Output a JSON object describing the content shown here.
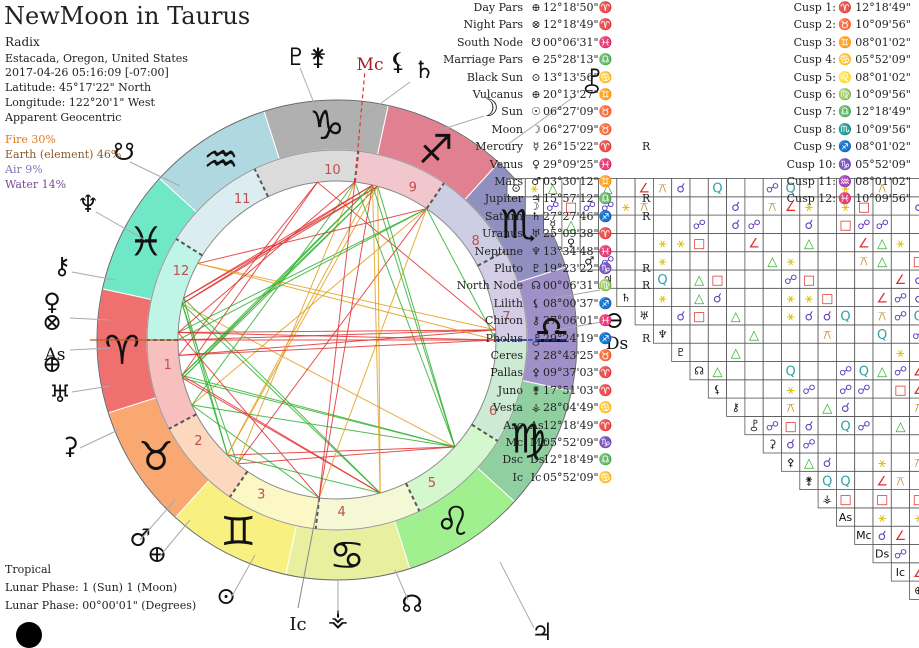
{
  "header": {
    "title": "NewMoon in Taurus",
    "chart_type": "Radix",
    "location": "Estacada, Oregon, United States",
    "datetime": "2017-04-26 05:16:09 [-07:00]",
    "latitude": "Latitude: 45°17'22\" North",
    "longitude": "Longitude: 122°20'1\" West",
    "geocentric": "Apparent Geocentric"
  },
  "elements": [
    {
      "label": "Fire 30%",
      "color": "#e07a20"
    },
    {
      "label": "Earth (element) 46%",
      "color": "#8a5a2a"
    },
    {
      "label": "Air 9%",
      "color": "#7a7ab8"
    },
    {
      "label": "Water 14%",
      "color": "#7a4a9a"
    }
  ],
  "footer": {
    "zodiac": "Tropical",
    "phase1": "Lunar Phase: 1 (Sun) 1 (Moon)",
    "phase2": "Lunar Phase: 00°00'01\" (Degrees)"
  },
  "planets": [
    {
      "name": "Day Pars",
      "sym": "⊕",
      "val": "12°18'50\"♈",
      "r": ""
    },
    {
      "name": "Night Pars",
      "sym": "⊗",
      "val": "12°18'49\"♈",
      "r": ""
    },
    {
      "name": "South Node",
      "sym": "☋",
      "val": "00°06'31\"♓",
      "r": ""
    },
    {
      "name": "Marriage Pars",
      "sym": "⊖",
      "val": "25°28'13\"♎",
      "r": ""
    },
    {
      "name": "Black Sun",
      "sym": "⊙",
      "val": "13°13'56\"♋",
      "r": ""
    },
    {
      "name": "Vulcanus",
      "sym": "⊕",
      "val": "20°13'27\"♊",
      "r": ""
    },
    {
      "name": "Sun",
      "sym": "☉",
      "val": "06°27'09\"♉",
      "r": ""
    },
    {
      "name": "Moon",
      "sym": "☽",
      "val": "06°27'09\"♉",
      "r": ""
    },
    {
      "name": "Mercury",
      "sym": "☿",
      "val": "26°15'22\"♈",
      "r": "R"
    },
    {
      "name": "Venus",
      "sym": "♀",
      "val": "29°09'25\"♓",
      "r": ""
    },
    {
      "name": "Mars",
      "sym": "♂",
      "val": "03°30'12\"♊",
      "r": ""
    },
    {
      "name": "Jupiter",
      "sym": "♃",
      "val": "15°57'12\"♎",
      "r": "R"
    },
    {
      "name": "Saturn",
      "sym": "♄",
      "val": "27°27'46\"♐",
      "r": "R"
    },
    {
      "name": "Uranus",
      "sym": "♅",
      "val": "25°09'38\"♈",
      "r": ""
    },
    {
      "name": "Neptune",
      "sym": "♆",
      "val": "13°34'48\"♓",
      "r": ""
    },
    {
      "name": "Pluto",
      "sym": "♇",
      "val": "19°23'22\"♑",
      "r": "R"
    },
    {
      "name": "North Node",
      "sym": "☊",
      "val": "00°06'31\"♍",
      "r": "R"
    },
    {
      "name": "Lilith",
      "sym": "⚸",
      "val": "08°00'37\"♐",
      "r": ""
    },
    {
      "name": "Chiron",
      "sym": "⚷",
      "val": "27°06'01\"♓",
      "r": ""
    },
    {
      "name": "Pholus",
      "sym": "⯛",
      "val": "29°24'19\"♐",
      "r": "R"
    },
    {
      "name": "Ceres",
      "sym": "⚳",
      "val": "28°43'25\"♉",
      "r": ""
    },
    {
      "name": "Pallas",
      "sym": "⚴",
      "val": "09°37'03\"♈",
      "r": ""
    },
    {
      "name": "Juno",
      "sym": "⚵",
      "val": "17°51'03\"♈",
      "r": ""
    },
    {
      "name": "Vesta",
      "sym": "⚶",
      "val": "28°04'49\"♋",
      "r": ""
    },
    {
      "name": "Asc",
      "sym": "As",
      "val": "12°18'49\"♈",
      "r": ""
    },
    {
      "name": "Mc",
      "sym": "Mc",
      "val": "05°52'09\"♑",
      "r": ""
    },
    {
      "name": "Dsc",
      "sym": "Ds",
      "val": "12°18'49\"♎",
      "r": ""
    },
    {
      "name": "Ic",
      "sym": "Ic",
      "val": "05°52'09\"♋",
      "r": ""
    }
  ],
  "cusps": [
    {
      "name": "Cusp 1:",
      "val": "♈ 12°18'49\""
    },
    {
      "name": "Cusp 2:",
      "val": "♉ 10°09'56\""
    },
    {
      "name": "Cusp 3:",
      "val": "♊ 08°01'02\""
    },
    {
      "name": "Cusp 4:",
      "val": "♋ 05°52'09\""
    },
    {
      "name": "Cusp 5:",
      "val": "♌ 08°01'02\""
    },
    {
      "name": "Cusp 6:",
      "val": "♍ 10°09'56\""
    },
    {
      "name": "Cusp 7:",
      "val": "♎ 12°18'49\""
    },
    {
      "name": "Cusp 8:",
      "val": "♏ 10°09'56\""
    },
    {
      "name": "Cusp 9:",
      "val": "♐ 08°01'02\""
    },
    {
      "name": "Cusp 10:",
      "val": "♑ 05°52'09\""
    },
    {
      "name": "Cusp 11:",
      "val": "♒ 08°01'02\""
    },
    {
      "name": "Cusp 12:",
      "val": "♓ 10°09'56\""
    }
  ],
  "wheel": {
    "signs": [
      "♈",
      "♉",
      "♊",
      "♋",
      "♌",
      "♍",
      "♎",
      "♏",
      "♐",
      "♑",
      "♒",
      "♓"
    ],
    "sign_colors": [
      "#f07070",
      "#f8a870",
      "#f8f080",
      "#e8f0a0",
      "#a0f090",
      "#90d0a0",
      "#a090c8",
      "#9090c0",
      "#e08090",
      "#b0b0b0",
      "#b0d8e0",
      "#70e8c8"
    ],
    "house_numbers": [
      "1",
      "2",
      "3",
      "4",
      "5",
      "6",
      "7",
      "8",
      "9",
      "10",
      "11",
      "12"
    ],
    "outer_labels": [
      "Mc",
      "As",
      "Ic",
      "Ds"
    ],
    "outer_symbols": [
      {
        "name": "pluto",
        "s": "♇"
      },
      {
        "name": "juno",
        "s": "⚵"
      },
      {
        "name": "lilith",
        "s": "⚸"
      },
      {
        "name": "saturn",
        "s": "♄"
      },
      {
        "name": "moon",
        "s": "☽"
      },
      {
        "name": "vesta-right",
        "s": "⚶"
      },
      {
        "name": "south-node",
        "s": "☋"
      },
      {
        "name": "neptune",
        "s": "♆"
      },
      {
        "name": "chiron",
        "s": "⚷"
      },
      {
        "name": "venus",
        "s": "♀"
      },
      {
        "name": "night-pars",
        "s": "⊗"
      },
      {
        "name": "day-pars",
        "s": "⊕"
      },
      {
        "name": "uranus",
        "s": "♅"
      },
      {
        "name": "ceres",
        "s": "⚳"
      },
      {
        "name": "mars",
        "s": "♂"
      },
      {
        "name": "vulcanus",
        "s": "⊕"
      },
      {
        "name": "black-sun",
        "s": "⊙"
      },
      {
        "name": "vesta",
        "s": "⚶"
      },
      {
        "name": "north-node",
        "s": "☊"
      },
      {
        "name": "jupiter",
        "s": "♃"
      },
      {
        "name": "marriage-pars",
        "s": "⊖"
      },
      {
        "name": "pholus",
        "s": "⯛"
      }
    ]
  },
  "grid": {
    "headers": [
      "⊙",
      "☽",
      "☿",
      "♀",
      "♂",
      "♃",
      "♄",
      "♅",
      "♆",
      "♇",
      "☊",
      "⚸",
      "⚷",
      "⯛",
      "⚳",
      "⚴",
      "⚵",
      "⚶",
      "As",
      "Mc",
      "Ds",
      "Ic",
      "⊕",
      "⊗",
      "☋"
    ]
  }
}
